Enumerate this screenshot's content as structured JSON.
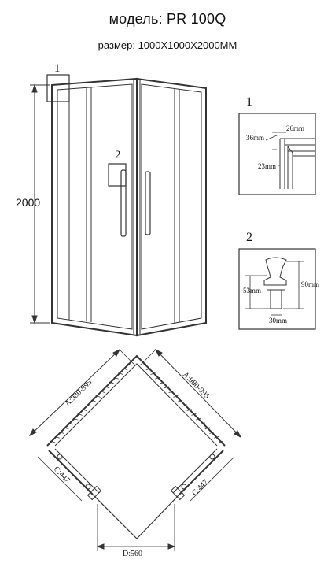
{
  "header": {
    "model": "модель: PR 100Q",
    "size": "размер: 1000X1000X2000MM"
  },
  "elevation": {
    "height": "2000",
    "callout_1": "1",
    "callout_2": "2"
  },
  "detail_1": {
    "number": "1",
    "dim_a": "36mm",
    "dim_b": "26mm",
    "dim_c": "23mm"
  },
  "detail_2": {
    "number": "2",
    "dim_a": "53mm",
    "dim_b": "90mm",
    "dim_c": "30mm"
  },
  "plan": {
    "side_left": "A:980-995",
    "side_right": "A:980-995",
    "door_left": "C:447",
    "door_right": "C:447",
    "entry": "D:560"
  }
}
